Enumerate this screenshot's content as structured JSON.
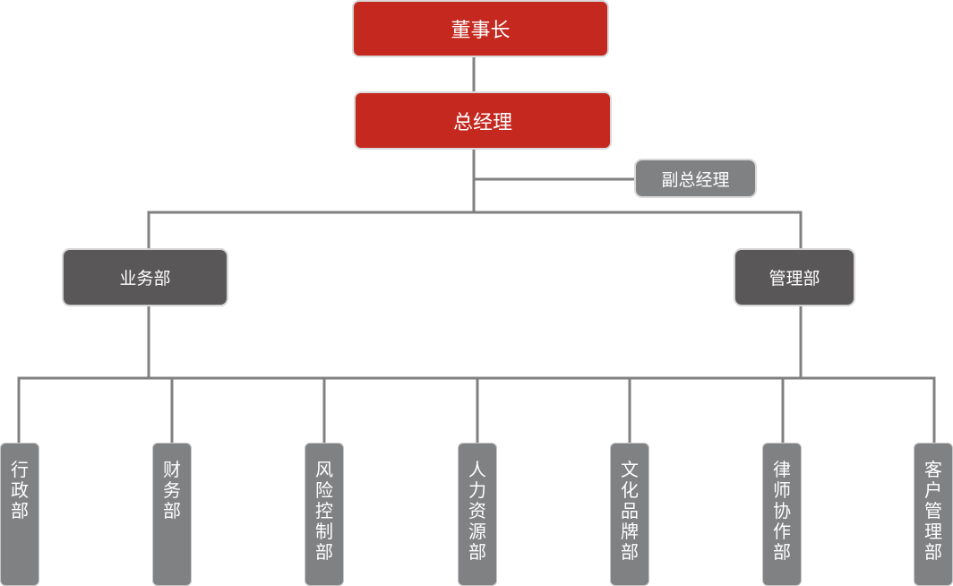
{
  "chairman": "董事长",
  "general_manager": "总经理",
  "deputy_general_manager": "副总经理",
  "business_dept": "业务部",
  "management_dept": "管理部",
  "departments": [
    "行政部",
    "财务部",
    "风险控制部",
    "人力资源部",
    "文化品牌部",
    "律师协作部",
    "客户管理部"
  ],
  "colors": {
    "top_box": "#c4281f",
    "mid_box": "#595757",
    "leaf_box": "#808183",
    "connector": "#808080"
  }
}
